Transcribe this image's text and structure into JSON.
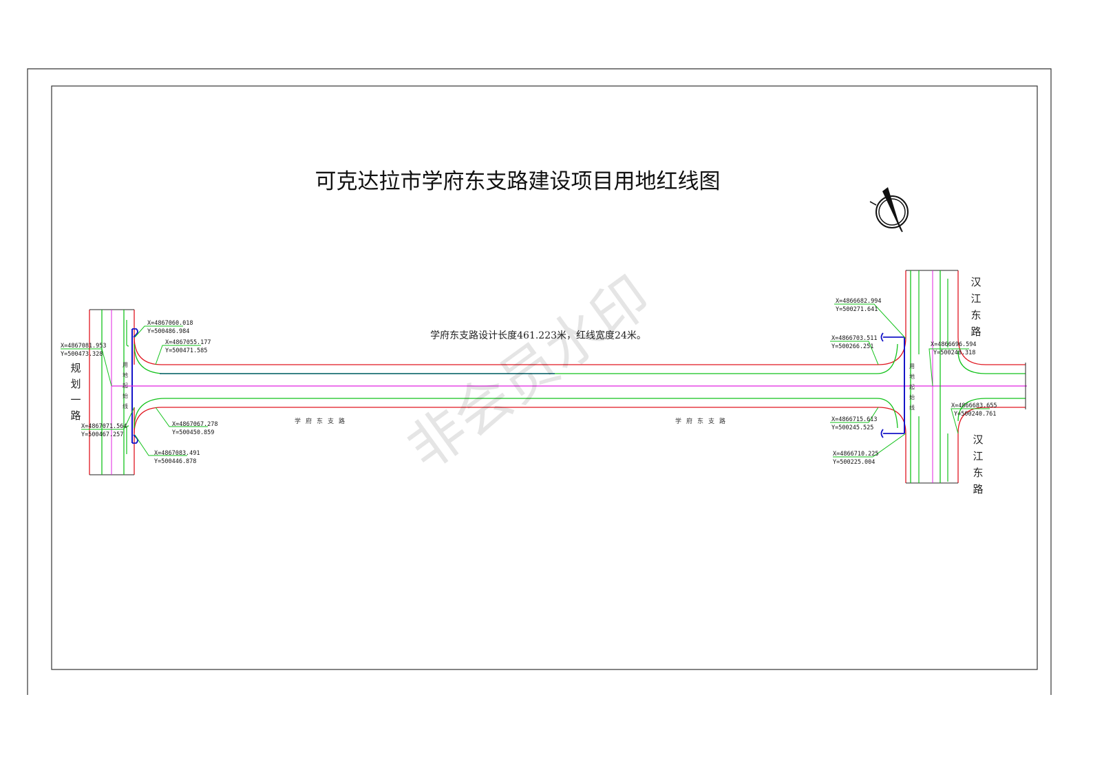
{
  "title": "可克达拉市学府东支路建设项目用地红线图",
  "design_note": "学府东支路设计长度461.223米，红线宽度24米。",
  "watermark": "非会员水印",
  "roads": {
    "left_road": [
      "规",
      "划",
      "一",
      "路"
    ],
    "right_road_top": [
      "汉",
      "江",
      "东",
      "路"
    ],
    "right_road_bottom": [
      "汉",
      "江",
      "东",
      "路"
    ],
    "main_road_label_1": "学府东支路",
    "main_road_label_2": "学府东支路"
  },
  "boundary_lines": {
    "left": [
      "用",
      "地",
      "起",
      "始",
      "线"
    ],
    "right": [
      "用",
      "地",
      "起",
      "始",
      "线"
    ]
  },
  "coordinates": {
    "c1": {
      "x": "X=4867060.018",
      "y": "Y=500486.984"
    },
    "c2": {
      "x": "X=4867081.953",
      "y": "Y=500473.328"
    },
    "c3": {
      "x": "X=4867055.177",
      "y": "Y=500471.585"
    },
    "c4": {
      "x": "X=4867071.564",
      "y": "Y=500467.257"
    },
    "c5": {
      "x": "X=4867067.278",
      "y": "Y=500450.859"
    },
    "c6": {
      "x": "X=4867083.491",
      "y": "Y=500446.878"
    },
    "c7": {
      "x": "X=4866682.994",
      "y": "Y=500271.641"
    },
    "c8": {
      "x": "X=4866703.511",
      "y": "Y=500266.251"
    },
    "c9": {
      "x": "X=4866696.594",
      "y": "Y=500248.318"
    },
    "c10": {
      "x": "X=4866683.655",
      "y": "Y=500240.761"
    },
    "c11": {
      "x": "X=4866715.613",
      "y": "Y=500245.525"
    },
    "c12": {
      "x": "X=4866710.225",
      "y": "Y=500225.004"
    }
  },
  "colors": {
    "red_line": "#e0141e",
    "green_line": "#12c21a",
    "magenta_line": "#e020e0",
    "blue_marker": "#1414c8",
    "dark_cyan": "#0a5e70",
    "frame": "#333333"
  }
}
